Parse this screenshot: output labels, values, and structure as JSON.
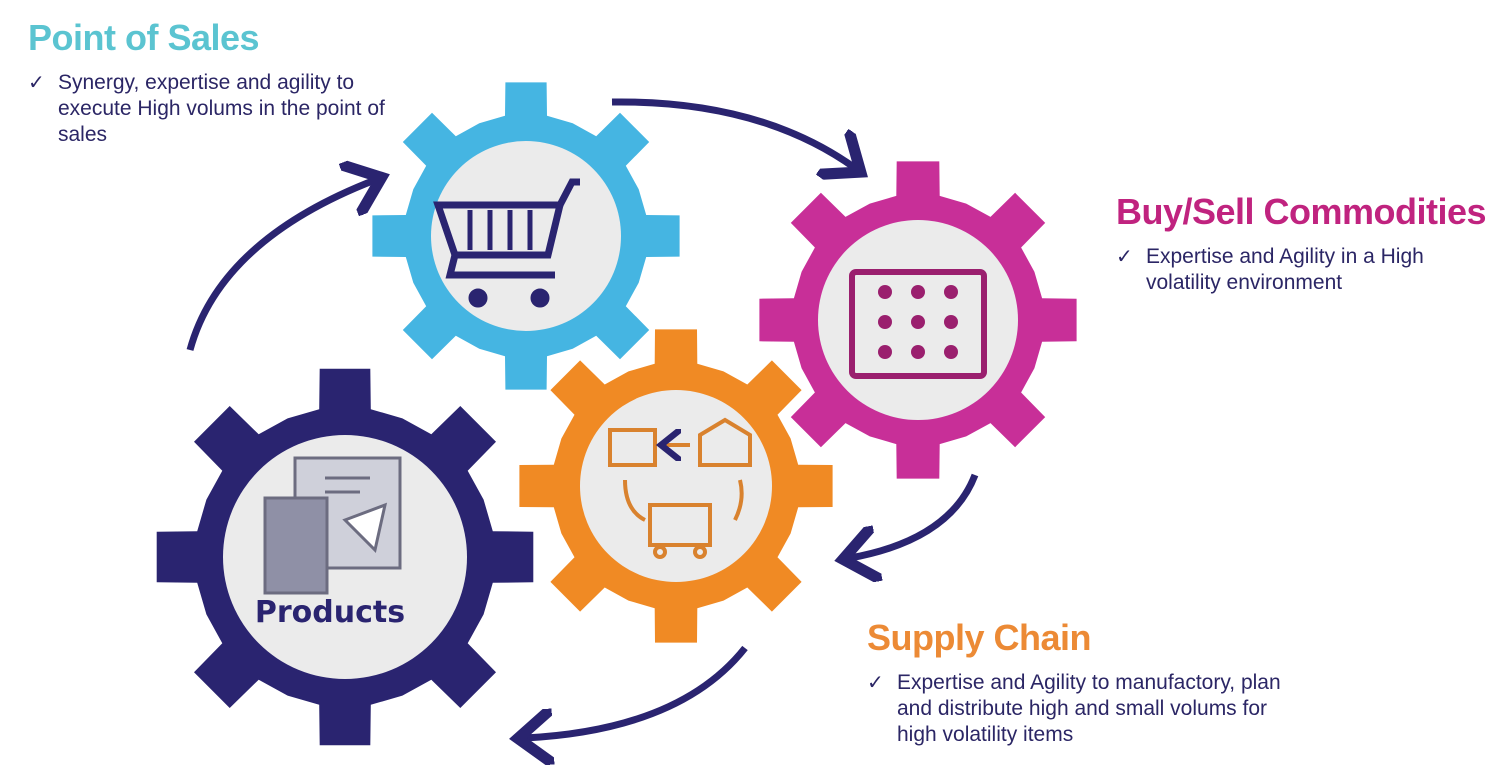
{
  "blocks": {
    "point_of_sales": {
      "title": "Point of Sales",
      "bullet": "Synergy, expertise and agility to execute High volums in the point of sales",
      "color": "#5bc4d1"
    },
    "buy_sell": {
      "title": "Buy/Sell Commodities",
      "bullet": "Expertise and Agility in a High volatility environment",
      "color": "#c0237f"
    },
    "supply_chain": {
      "title": "Supply Chain",
      "bullet": "Expertise and Agility to manufactory, plan and distribute high and small volums for high volatility items",
      "color": "#ec8a35"
    }
  },
  "check_mark": "✓",
  "gears": {
    "products": {
      "label": "Products",
      "color": "#2a2470",
      "icon": "snack-bags-icon"
    },
    "point_of_sales": {
      "color": "#45b5e2",
      "icon": "shopping-cart-icon"
    },
    "buy_sell": {
      "color": "#c82f98",
      "icon": "abacus-icon"
    },
    "supply_chain": {
      "color": "#f08a24",
      "icon": "supply-chain-cycle-icon"
    }
  }
}
